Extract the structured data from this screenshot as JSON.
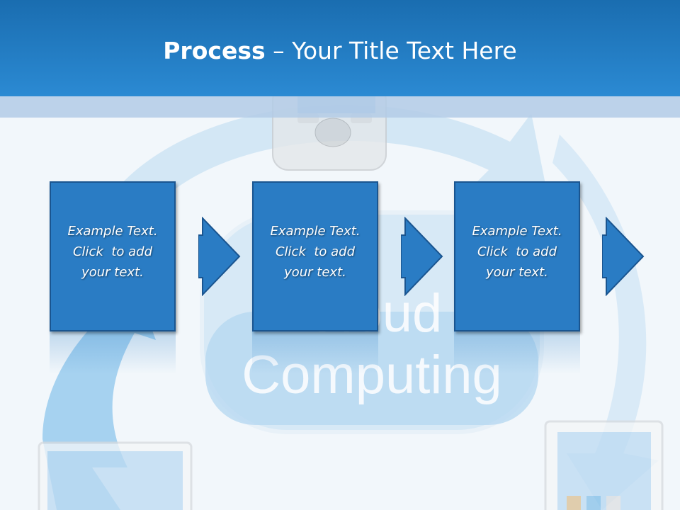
{
  "header": {
    "title_bold": "Process",
    "title_rest": " – Your Title Text Here"
  },
  "background": {
    "cloud_word_1": "Cloud",
    "cloud_word_2": "Computing"
  },
  "steps": [
    {
      "line1": "Example Text.",
      "line2": "Click  to add",
      "line3": "your text."
    },
    {
      "line1": "Example Text.",
      "line2": "Click  to add",
      "line3": "your text."
    },
    {
      "line1": "Example Text.",
      "line2": "Click  to add",
      "line3": "your text."
    }
  ],
  "colors": {
    "header": "#2277c0",
    "box_fill": "#2a7cc4",
    "box_border": "#1a5590",
    "background": "#f2f7fb"
  }
}
